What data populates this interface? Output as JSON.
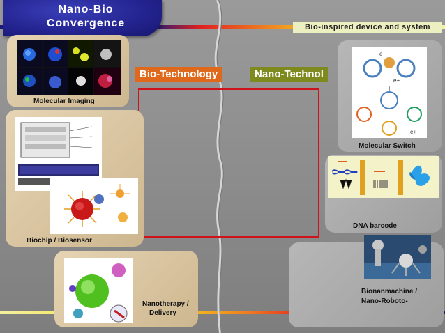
{
  "title": {
    "line1": "Nano-Bio",
    "line2": "Convergence"
  },
  "top_right_tag": "Bio-inspired device and system",
  "tags": {
    "bio_tech": "Bio-Technology",
    "nano_tech": "Nano-Technol"
  },
  "panels": {
    "molecular_imaging": "Molecular Imaging",
    "biochip": "Biochip / Biosensor",
    "nanotherapy_1": "Nanotherapy /",
    "nanotherapy_2": "Delivery",
    "molecular_switch": "Molecular Switch",
    "dna_barcode": "DNA barcode",
    "bionanmachine_1": "Bionanmachine /",
    "bionanmachine_2": "Nano-Roboto-"
  },
  "colors": {
    "title_bg": "#23238f",
    "bio_tag": "#e0681a",
    "nano_tag": "#7f8a1e",
    "red_box": "#d0121a"
  }
}
